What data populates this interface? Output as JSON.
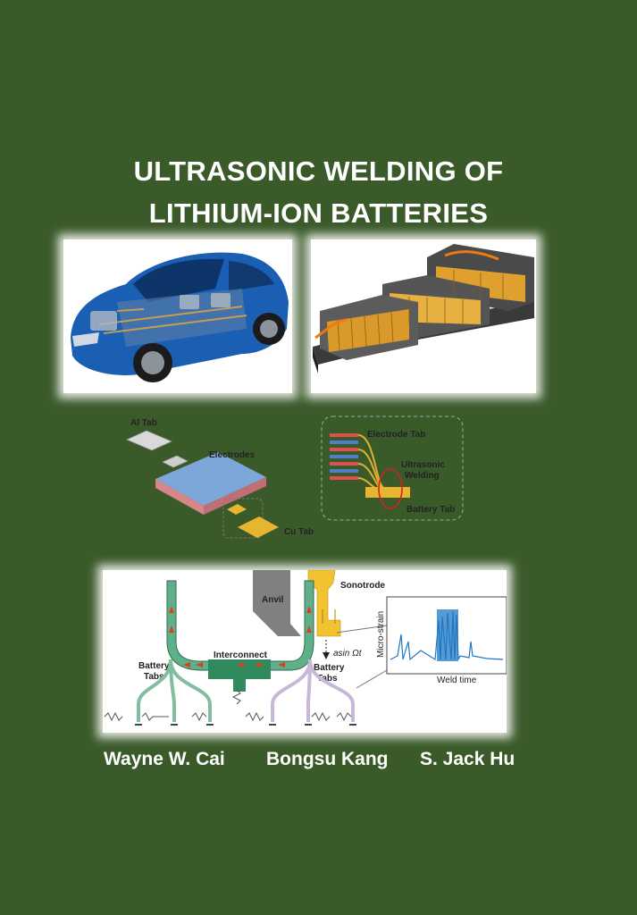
{
  "book": {
    "title_line1": "ULTRASONIC WELDING OF",
    "title_line2": "LITHIUM-ION BATTERIES",
    "authors": [
      "Wayne W. Cai",
      "Bongsu Kang",
      "S. Jack Hu"
    ]
  },
  "cell_diagram": {
    "al_tab": "Al Tab",
    "electrodes": "Electrodes",
    "cu_tab": "Cu Tab"
  },
  "tab_diagram": {
    "electrode_tab": "Electrode Tab",
    "ultrasonic_welding_line1": "Ultrasonic",
    "ultrasonic_welding_line2": "Welding",
    "battery_tab": "Battery Tab"
  },
  "weld_diagram": {
    "anvil": "Anvil",
    "sonotrode": "Sonotrode",
    "interconnect": "Interconnect",
    "battery_tabs_left_line1": "Battery",
    "battery_tabs_left_line2": "Tabs",
    "battery_tabs_right_line1": "Battery",
    "battery_tabs_right_line2": "Tabs",
    "vibration": "asin Ωt",
    "y_axis": "Micro-strain",
    "x_axis": "Weld time"
  },
  "colors": {
    "background": "#3b5a2a",
    "car_body": "#1a5fb4",
    "battery_pack": "#e0a030",
    "interconnect": "#2f8a5e",
    "sonotrode": "#f2c230",
    "signal": "#1f77c4"
  }
}
